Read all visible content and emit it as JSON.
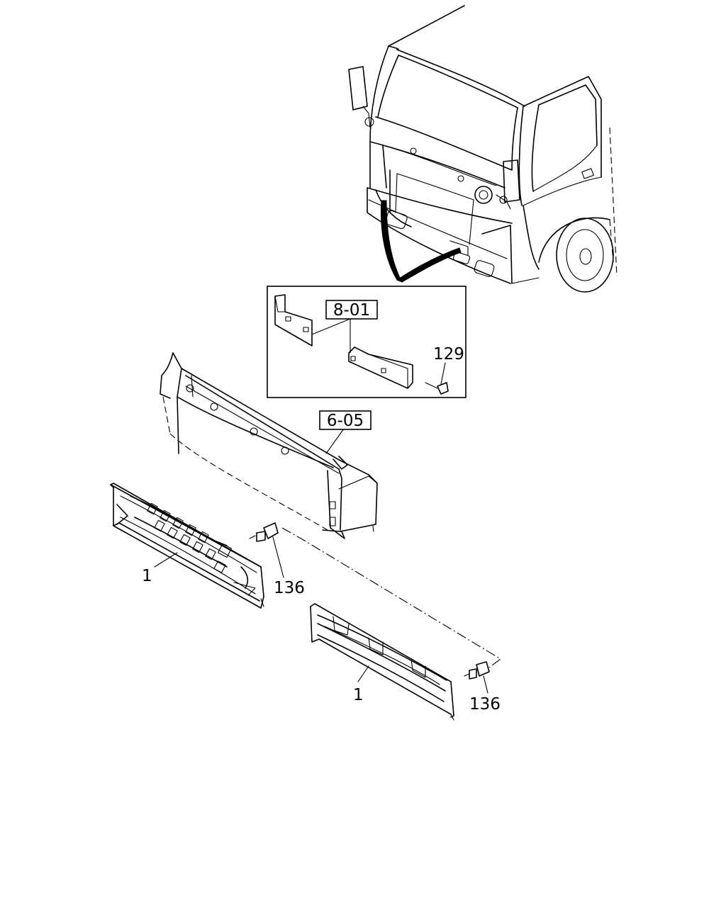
{
  "callouts": {
    "ref_801": "8-01",
    "ref_605": "6-05",
    "part_129": "129",
    "part_136_a": "136",
    "part_136_b": "136",
    "part_1_a": "1",
    "part_1_b": "1"
  },
  "icons": [
    "truck-cab-illustration",
    "bracket-part",
    "clip-fastener",
    "bumper-panel",
    "front-grille",
    "screw-fastener"
  ]
}
